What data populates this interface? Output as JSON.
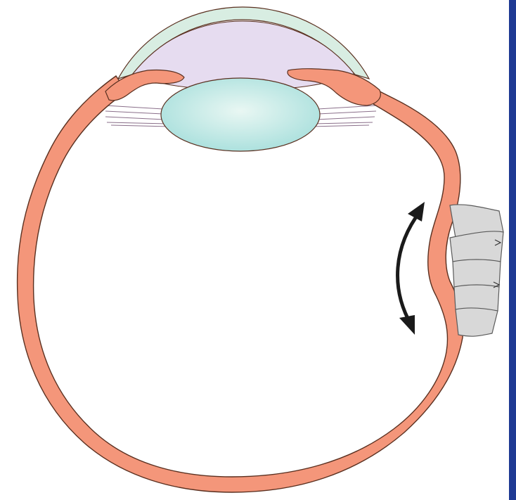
{
  "image_kind": "anatomical-illustration",
  "colors": {
    "eye_wall": "#f4967a",
    "eye_wall_outline": "#5a3020",
    "cornea": "#d8ede2",
    "anterior_chamber": "#e6dcf0",
    "lens": "#a7dfdc",
    "lens_center": "#e9f7f3",
    "zonules": "#8a6f8a",
    "buckle_segments": "#d8d8d8",
    "buckle_outline": "#5a5a5a",
    "arrow": "#1a1a1a",
    "frame_right": "#1f3a93",
    "background": "#ffffff"
  },
  "elements": {
    "cornea": "cornea",
    "anterior_chamber": "anterior-chamber",
    "lens": "lens",
    "ciliary_body_left": "ciliary-body-left",
    "ciliary_body_right": "ciliary-body-right",
    "zonules": "zonule-fibers",
    "eye_wall": "sclera-choroid-wall",
    "scleral_buckle": "scleral-buckle",
    "arrow": "double-headed-arrow"
  }
}
